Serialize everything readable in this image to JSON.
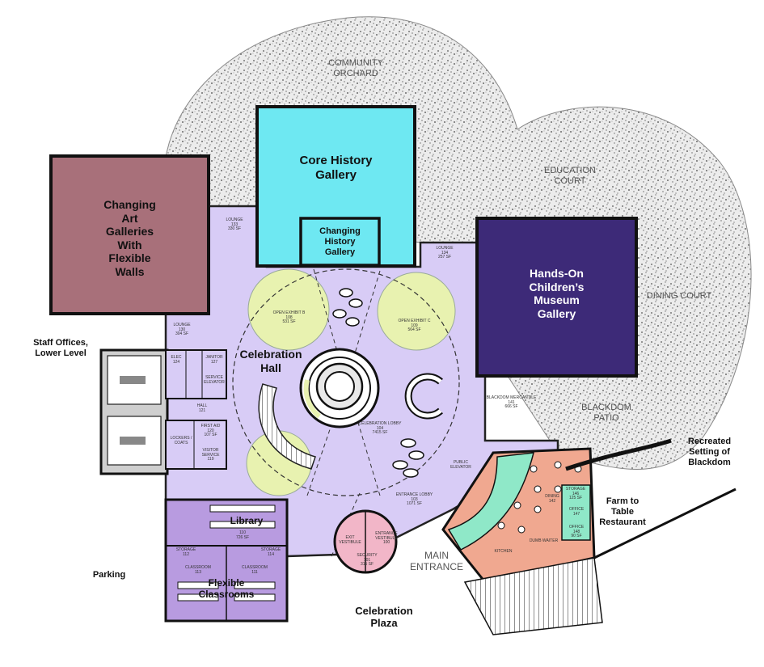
{
  "colors": {
    "hall": "#d8ccf6",
    "core": "#6ee8f2",
    "art": "#a8707a",
    "childrens": "#3d2a78",
    "green": "#e8f2b0",
    "pink": "#f2b6c8",
    "teal": "#8fe8c8",
    "salmon": "#f0a890",
    "lavender": "#b89be0",
    "gravel": "#e6e6e6"
  },
  "labels": {
    "core_history": "Core History\nGallery",
    "changing_history": "Changing\nHistory\nGallery",
    "changing_art": "Changing\nArt\nGalleries\nWith\nFlexible\nWalls",
    "childrens": "Hands-On\nChildren’s\nMuseum\nGallery",
    "celebration_hall": "Celebration\nHall",
    "staff_offices": "Staff Offices,\nLower Level",
    "recreated_setting": "Recreated\nSetting of\nBlackdom",
    "farm_to_table": "Farm to\nTable\nRestaurant",
    "parking": "Parking",
    "celebration_plaza": "Celebration\nPlaza",
    "library": "Library",
    "flexible_classrooms": "Flexible\nClassrooms",
    "community_orchard": "COMMUNITY\nORCHARD",
    "education_court": "EDUCATION\nCOURT",
    "dining_court": "DINING COURT",
    "blackdom_patio": "BLACKDOM\nPATIO",
    "main_entrance": "MAIN\nENTRANCE"
  },
  "rooms": {
    "lounge_a": "LOUNGE\n133\n330 SF",
    "lounge_b": "LOUNGE\n134\n257 SF",
    "lounge_c": "LOUNGE\n130\n304 SF",
    "open_exhibit_b": "OPEN EXHIBIT B\n108\n531 SF",
    "open_exhibit_c": "OPEN EXHIBIT C\n109\n564 SF",
    "celebration_lobby": "CELEBRATION LOBBY\n104\n7415 SF",
    "entrance_lobby": "ENTRANCE LOBBY\n103\n1071 SF",
    "blackdom_mercantile": "BLACKDOM MERCANTILE\n141\n666 SF",
    "hall_121": "HALL\n121",
    "first_aid": "FIRST AID\n120\n107 SF",
    "visitor_service": "VISITOR\nSERVICE\n119",
    "lockers": "LOCKERS /\nCOATS",
    "elec": "ELEC\n124",
    "janitor": "JANITOR\n127",
    "service_elevator": "SERVICE\nELEVATOR",
    "public_elevator": "PUBLIC\nELEVATOR",
    "security": "SECURITY\n101\n315 SF",
    "exit_vestibule": "EXIT\nVESTIBULE",
    "entrance_vestibule": "ENTRANCE\nVESTIBULE\n100",
    "library_room": "110\n726 SF",
    "storage_a": "STORAGE\n112",
    "storage_b": "STORAGE\n114",
    "classroom_a": "CLASSROOM\n113",
    "classroom_b": "CLASSROOM\n111",
    "storage_c": "STORAGE\n146\n125 SF",
    "office_a": "OFFICE\n147",
    "office_b": "OFFICE\n148\n90 SF",
    "dining": "DINING\n142",
    "dumb_waiter": "DUMB WAITER",
    "kitchen": "KITCHEN"
  }
}
